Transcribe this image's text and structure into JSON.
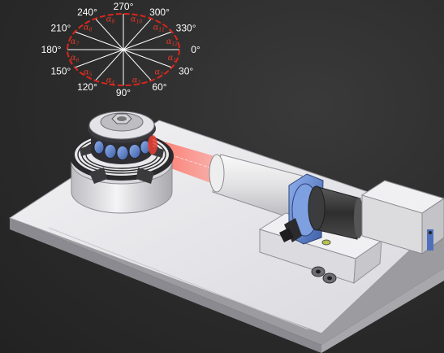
{
  "angle_dial": {
    "angles": [
      "0°",
      "30°",
      "60°",
      "90°",
      "120°",
      "150°",
      "180°",
      "210°",
      "240°",
      "270°",
      "300°",
      "330°"
    ],
    "alphas": [
      "α",
      "α",
      "α",
      "α",
      "α",
      "α",
      "α",
      "α",
      "α",
      "α",
      "α",
      "α"
    ],
    "alpha_subscripts": [
      "1",
      "2",
      "3",
      "4",
      "5",
      "6",
      "7",
      "8",
      "9",
      "10",
      "11",
      "12"
    ],
    "colors": {
      "ellipse": "#d8261c",
      "spokes": "#ffffff",
      "text": "#ffffff"
    }
  },
  "apparatus": {
    "parts": [
      "base-plate",
      "rotary-stage",
      "sample-holder",
      "laser-beam",
      "camera-tube",
      "camera-mount",
      "camera-body",
      "mount-block",
      "cable-connectors"
    ],
    "colors": {
      "plate": "#e6e6ea",
      "stage": "#cfcfd3",
      "blue_accent": "#5a7fc9",
      "beam": "#ff5a4e",
      "camera_tube": "#e9e9ea",
      "camera_body": "#dadada"
    }
  }
}
